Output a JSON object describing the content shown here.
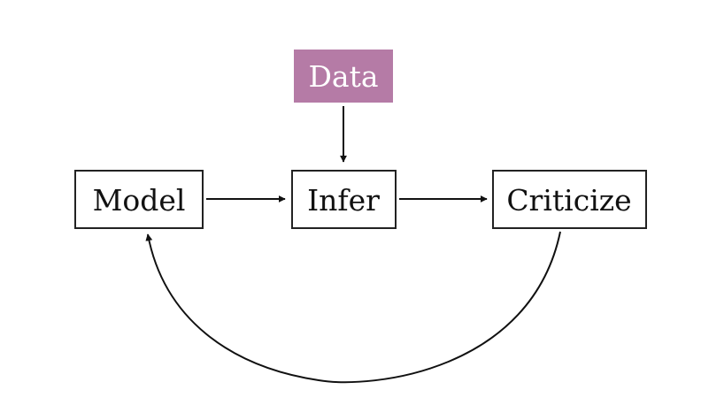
{
  "nodes": {
    "data": {
      "label": "Data",
      "fill": "#b57ba6"
    },
    "model": {
      "label": "Model"
    },
    "infer": {
      "label": "Infer"
    },
    "criticize": {
      "label": "Criticize"
    }
  },
  "edges": [
    {
      "from": "data",
      "to": "infer"
    },
    {
      "from": "model",
      "to": "infer"
    },
    {
      "from": "infer",
      "to": "criticize"
    },
    {
      "from": "criticize",
      "to": "model"
    }
  ]
}
